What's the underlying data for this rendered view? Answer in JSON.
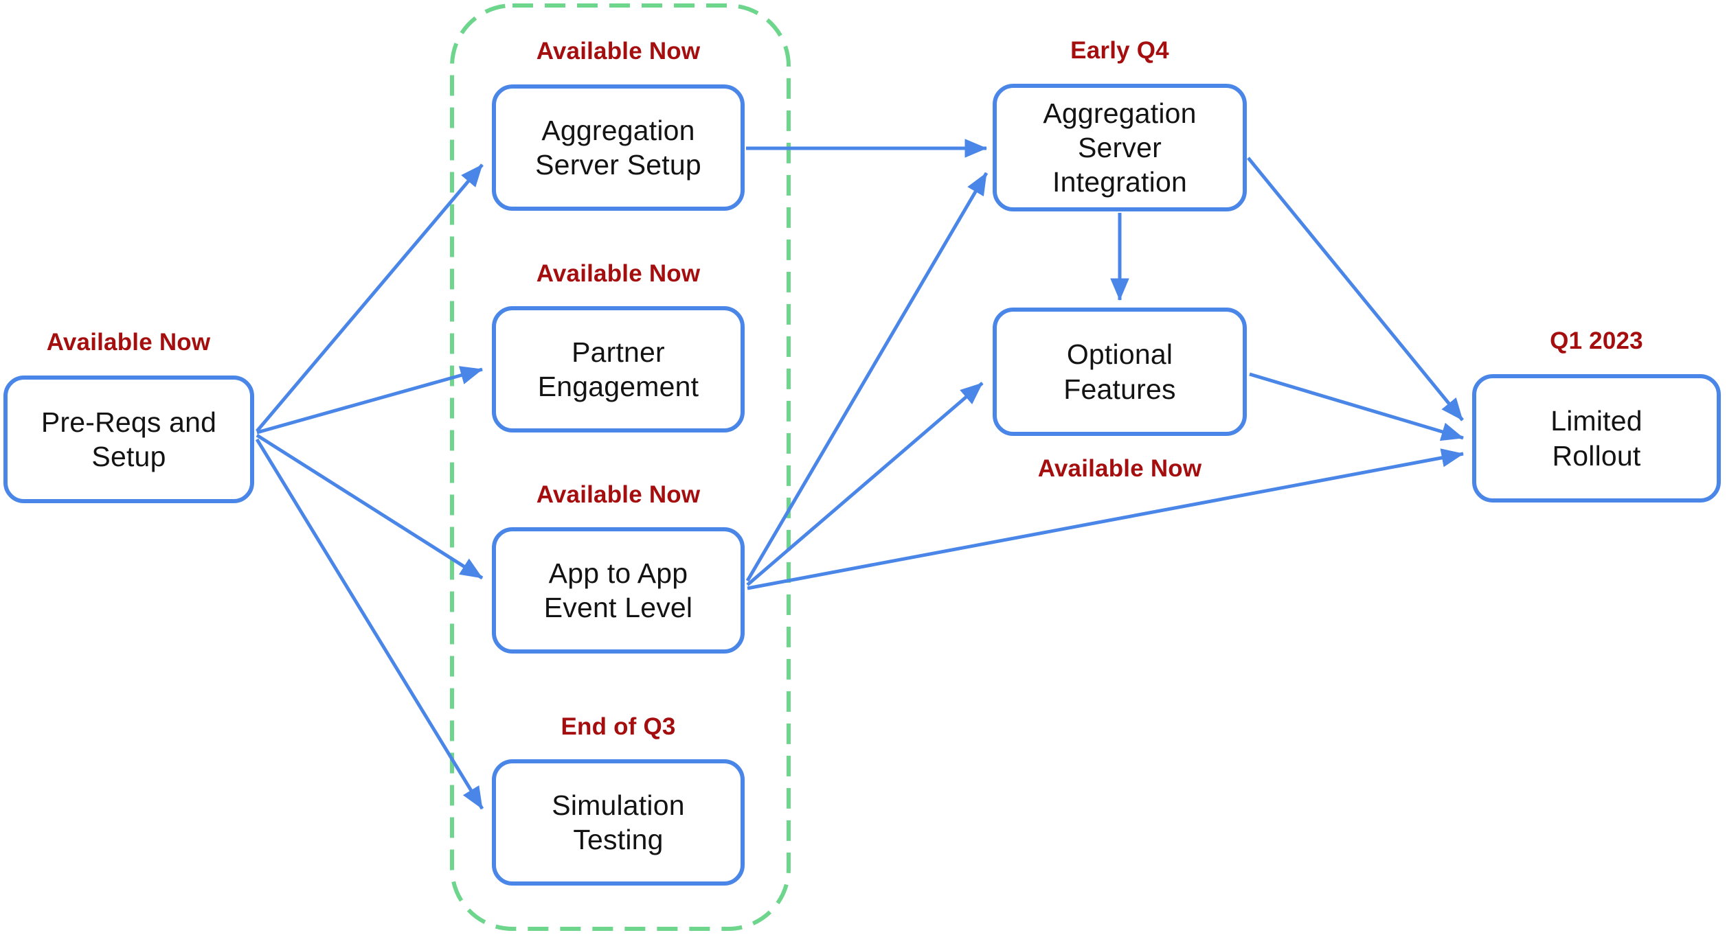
{
  "diagram": {
    "description": "Roadmap flowchart with rounded blue nodes, red timeline labels and a green dashed group outline",
    "colors": {
      "node_border": "#4a86e8",
      "arrow": "#4a86e8",
      "node_text": "#131313",
      "timeline_label_text": "#a50e0e",
      "group_outline": "#6dd58c",
      "background": "#ffffff"
    },
    "nodes": {
      "prereqs": {
        "label": "Pre-Reqs and\nSetup",
        "timeline": "Available Now"
      },
      "agg_setup": {
        "label": "Aggregation\nServer Setup",
        "timeline": "Available Now"
      },
      "partner": {
        "label": "Partner\nEngagement",
        "timeline": "Available Now"
      },
      "app_to_app": {
        "label": "App to App\nEvent Level",
        "timeline": "Available Now"
      },
      "simulation": {
        "label": "Simulation\nTesting",
        "timeline": "End of Q3"
      },
      "agg_integration": {
        "label": "Aggregation\nServer\nIntegration",
        "timeline": "Early Q4"
      },
      "optional_features": {
        "label": "Optional\nFeatures",
        "timeline": "Available Now"
      },
      "limited_rollout": {
        "label": "Limited\nRollout",
        "timeline": "Q1 2023"
      }
    },
    "group": {
      "style": "green-dashed-outline",
      "members": [
        "agg_setup",
        "partner",
        "app_to_app",
        "simulation"
      ]
    },
    "edges": [
      {
        "from": "prereqs",
        "to": "agg_setup"
      },
      {
        "from": "prereqs",
        "to": "partner"
      },
      {
        "from": "prereqs",
        "to": "app_to_app"
      },
      {
        "from": "prereqs",
        "to": "simulation"
      },
      {
        "from": "agg_setup",
        "to": "agg_integration"
      },
      {
        "from": "app_to_app",
        "to": "agg_integration"
      },
      {
        "from": "app_to_app",
        "to": "optional_features"
      },
      {
        "from": "app_to_app",
        "to": "limited_rollout"
      },
      {
        "from": "agg_integration",
        "to": "optional_features"
      },
      {
        "from": "agg_integration",
        "to": "limited_rollout"
      },
      {
        "from": "optional_features",
        "to": "limited_rollout"
      }
    ]
  }
}
